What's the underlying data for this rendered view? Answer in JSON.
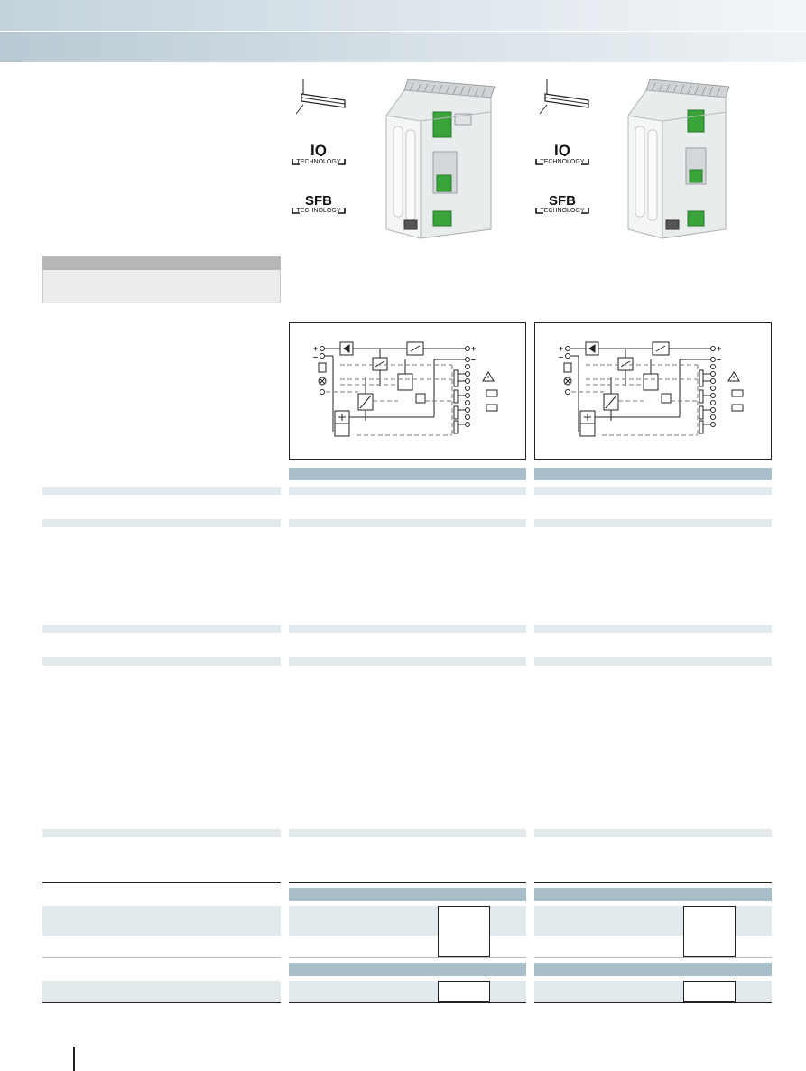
{
  "icons": {
    "din_rail": "din-rail-icon",
    "iq_logo": "iq-technology-logo",
    "sfb_logo": "sfb-technology-logo",
    "power_supply": "power-supply-unit-image",
    "block_diagram": "block-diagram-icon"
  },
  "logos": {
    "iq_big": "IQ",
    "sfb_big": "SFB",
    "technology": "TECHNOLOGY"
  },
  "diagram_symbols": {
    "plus": "+",
    "minus": "–"
  },
  "colors": {
    "header_band": "#c3d2dc",
    "column_head": "#a9c0cb",
    "row_stripe": "#e3eaee",
    "grey_box": "#ececec",
    "grey_box_head": "#b7b7b7",
    "connector_green": "#3aa33a"
  }
}
